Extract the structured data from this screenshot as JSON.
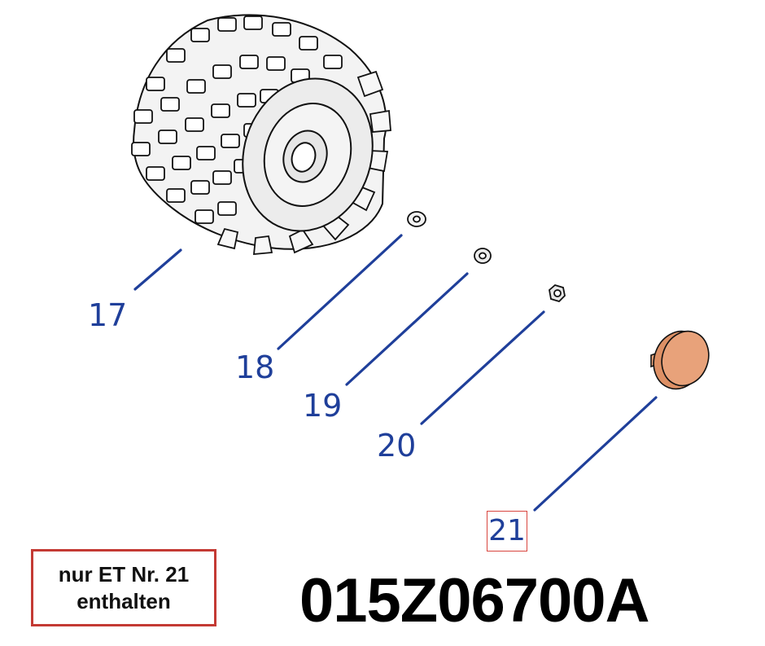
{
  "callouts": {
    "c17": "17",
    "c18": "18",
    "c19": "19",
    "c20": "20",
    "c21": "21"
  },
  "note": {
    "line1": "nur ET Nr. 21",
    "line2": "enthalten"
  },
  "part_number": "015Z06700A",
  "colors": {
    "leader": "#1f3f9a",
    "highlight_border": "#c43a34",
    "cap_fill": "#e8a27a",
    "tire_fill": "#f3f3f3"
  }
}
